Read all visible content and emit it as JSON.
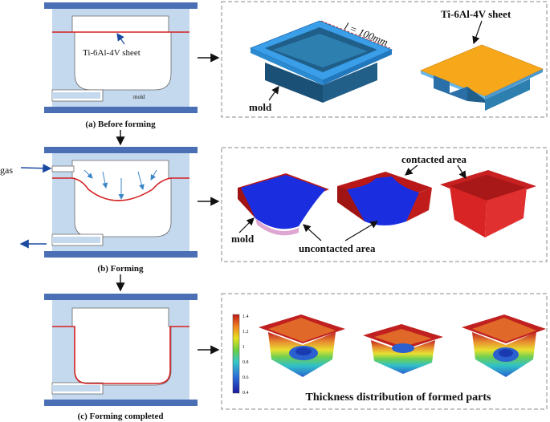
{
  "panels": {
    "a": {
      "caption": "(a) Before forming",
      "sheet_label": "Ti-6Al-4V sheet",
      "mold_label": "mold"
    },
    "b": {
      "caption": "(b) Forming",
      "gas_label": "gas"
    },
    "c": {
      "caption": "(c) Forming completed"
    }
  },
  "right_a": {
    "dimension_label": "l = 100mm",
    "mold_label": "mold",
    "sheet_label": "Ti-6Al-4V sheet"
  },
  "right_b": {
    "contacted_label": "contacted area",
    "mold_label": "mold",
    "uncontacted_label": "uncontacted area"
  },
  "right_c": {
    "title": "Thickness distribution of formed parts",
    "colorbar_ticks": [
      "1.4",
      "1.2",
      "1",
      "0.8",
      "0.6",
      "0.4"
    ]
  },
  "colors": {
    "mold_fill": "#c5d9ee",
    "mold_plate": "#4a6fb5",
    "sheet_red": "#d42020",
    "arrow_blue": "#1f4e9c",
    "gas_arrow": "#1a4aa0",
    "flow_arrow": "#3a86c8",
    "dashed_box": "#888888"
  }
}
